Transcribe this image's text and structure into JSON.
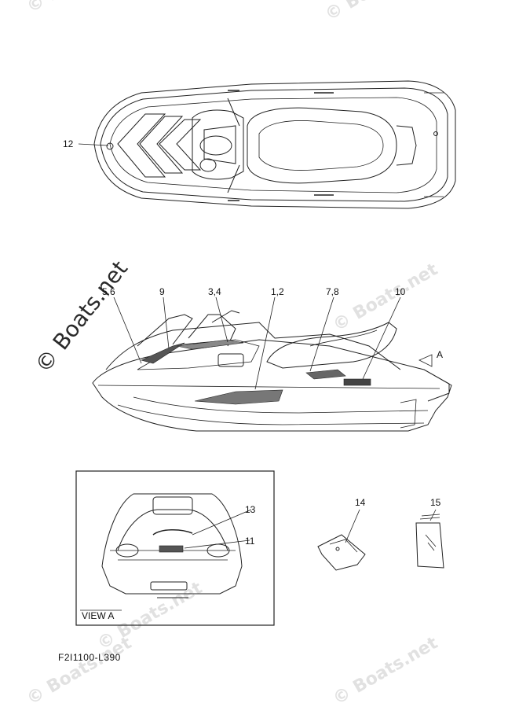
{
  "watermark": {
    "text": "© Boats.net"
  },
  "callouts": {
    "c12": "12",
    "c56": "5,6",
    "c9": "9",
    "c34": "3,4",
    "c12b": "1,2",
    "c78": "7,8",
    "c10": "10",
    "arrowA": "A",
    "c13": "13",
    "c11": "11",
    "c14": "14",
    "c15": "15"
  },
  "view_label": "VIEW A",
  "diagram_code": "F2I1100-L390"
}
